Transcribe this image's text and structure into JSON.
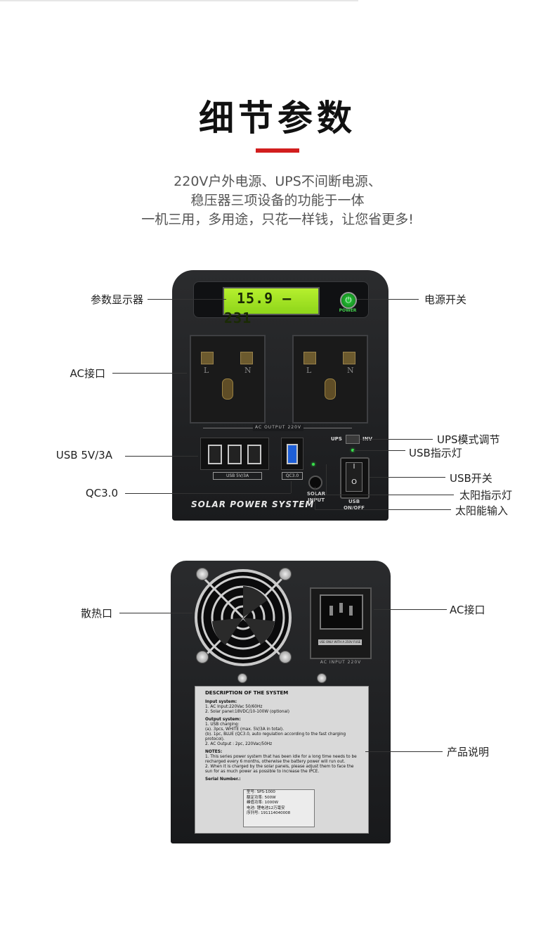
{
  "header": {
    "title": "细节参数",
    "subtitle_lines": [
      "220V户外电源、UPS不间断电源、",
      "稳压器三项设备的功能于一体",
      "一机三用，多用途，只花一样钱，让您省更多!"
    ],
    "accent_color": "#d21e1e"
  },
  "front": {
    "lcd_text": "15.9 ‒ 231",
    "power_label": "POWER",
    "ac_output_label": "AC OUTPUT 220V",
    "socket_labels": [
      "L",
      "N"
    ],
    "usb_label": "USB 5V/3A",
    "qc_label": "QC3.0",
    "ups_label": "UPS",
    "inv_label": "INV",
    "usb_switch_label": "USB ON/OFF",
    "solar_label": "SOLAR INPUT",
    "brand_text": "SOLAR POWER SYSTEM",
    "callouts": {
      "display": "参数显示器",
      "power_switch": "电源开关",
      "ac_port": "AC接口",
      "usb": "USB 5V/3A",
      "qc": "QC3.0",
      "ups_mode": "UPS模式调节",
      "usb_indicator": "USB指示灯",
      "usb_switch": "USB开关",
      "solar_indicator": "太阳指示灯",
      "solar_input": "太阳能输入"
    }
  },
  "back": {
    "ac_input_label": "AC INPUT 220V",
    "fuse_label": "USE ONLY WITH A 250V FUSE",
    "callouts": {
      "vent": "散热口",
      "ac_port": "AC接口",
      "manual": "产品说明"
    },
    "description": {
      "title": "DESCRIPTION OF THE SYSTEM",
      "input_head": "Input system:",
      "input_1": "1. AC  Input:220Vac  50/60Hz",
      "input_2": "2. Solar panel:18VDC/10-100W (optional)",
      "output_head": "Output system:",
      "output_1": "1. USB charging:",
      "output_1a": "(a). 3pcs, WHITE (max. 5V/3A in total).",
      "output_1b": "(b). 1pc, BLUE (QC3.0, auto regulation according to the fast charging protocol).",
      "output_2": "2. AC Output : 2pc, 220Vac/50Hz",
      "notes_head": "NOTES:",
      "note_1": "1. This series power system that has been idle for a long time needs to be recharged every 6 months, otherwise the battery power will run out.",
      "note_2": "2. When it is charged by the solar panels, please adjust them to face the  sun for as much power as possible to increase the IPCE.",
      "serial_head": "Serial Number.:"
    },
    "serial": {
      "model": "型号: SPS-1000",
      "rated": "额定功率: 500W",
      "peak": "峰值功率: 1000W",
      "battery": "电池: 锂电池12万毫安",
      "serial_label": "序列号:",
      "serial_value": "191114040008"
    }
  }
}
